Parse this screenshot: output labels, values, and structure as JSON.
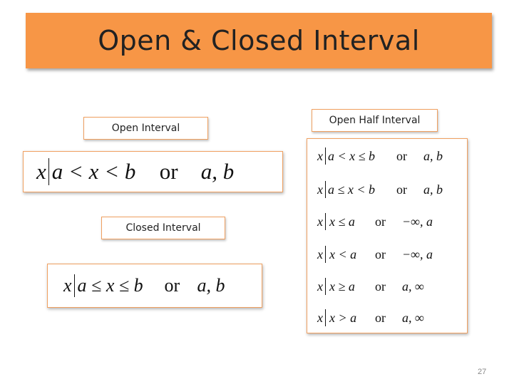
{
  "title": "Open & Closed Interval",
  "labels": {
    "open": "Open Interval",
    "closed": "Closed Interval",
    "open_half": "Open Half Interval"
  },
  "open_interval": {
    "pre": "x",
    "cond": "a < x < b",
    "or": "or",
    "set": "a, b"
  },
  "closed_interval": {
    "pre": "x",
    "cond": "a ≤ x ≤ b",
    "or": "or",
    "set": "a, b"
  },
  "half_intervals": [
    {
      "pre": "x",
      "cond": "a < x ≤ b",
      "or": "or",
      "set": "a, b"
    },
    {
      "pre": "x",
      "cond": "a ≤ x < b",
      "or": "or",
      "set": "a, b"
    },
    {
      "pre": "x",
      "cond": "x ≤ a",
      "or": "or",
      "set": "−∞, a"
    },
    {
      "pre": "x",
      "cond": "x < a",
      "or": "or",
      "set": "−∞, a"
    },
    {
      "pre": "x",
      "cond": "x ≥ a",
      "or": "or",
      "set": "a, ∞"
    },
    {
      "pre": "x",
      "cond": "x > a",
      "or": "or",
      "set": "a, ∞"
    }
  ],
  "page_number": "27",
  "colors": {
    "title_bg": "#f79646",
    "box_border": "#f0a060"
  }
}
